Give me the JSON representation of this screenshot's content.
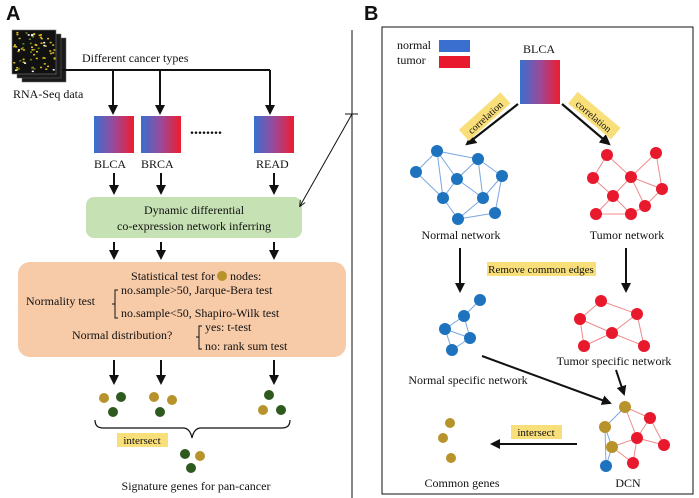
{
  "panel_a": {
    "letter": "A",
    "data_label": "RNA-Seq data",
    "branch_label": "Different cancer types",
    "cancer_types": [
      "BLCA",
      "BRCA",
      "READ"
    ],
    "dots": "........",
    "step1_line1": "Dynamic differential",
    "step1_line2": "co-expression network inferring",
    "stat_title_pre": "Statistical test for",
    "stat_title_post": "nodes:",
    "normality_label": "Normality test",
    "normality_opt1": "no.sample>50, Jarque-Bera test",
    "normality_opt2": "no.sample<50, Shapiro-Wilk test",
    "distribution_label": "Normal distribution?",
    "distribution_yes": "yes: t-test",
    "distribution_no": "no: rank sum test",
    "intersect_label": "intersect",
    "result_label": "Signature genes for pan-cancer"
  },
  "panel_b": {
    "letter": "B",
    "legend": [
      {
        "label": "normal",
        "color": "#3a6fd0"
      },
      {
        "label": "tumor",
        "color": "#e8192c"
      }
    ],
    "dataset_label": "BLCA",
    "correlation_left": "correlation",
    "correlation_right": "correlation",
    "normal_network_label": "Normal network",
    "tumor_network_label": "Tumor network",
    "remove_label": "Remove common edges",
    "normal_specific_label": "Normal specific network",
    "tumor_specific_label": "Tumor specific network",
    "intersect_label": "intersect",
    "common_genes_label": "Common genes",
    "dcn_label": "DCN"
  },
  "colors": {
    "normal_node": "#1e73be",
    "tumor_node": "#e8192c",
    "gene_gold": "#b8922a",
    "gene_green": "#2f5a1e",
    "green_box": "#c6e2b4",
    "orange_box": "#f7caa8",
    "yellow_tag": "#f9df7a"
  }
}
